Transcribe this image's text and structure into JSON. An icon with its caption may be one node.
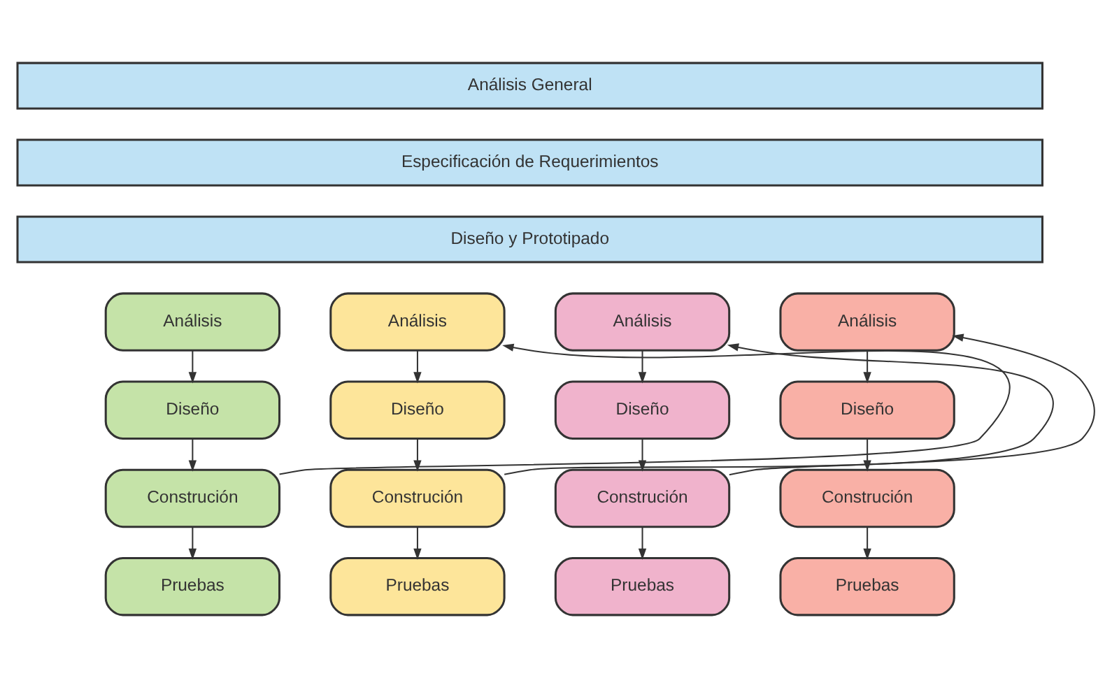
{
  "diagram": {
    "nodes": [
      {
        "text": [
          "Análisis General"
        ]
      },
      {
        "text": [
          "Especificación de Requerimientos"
        ]
      },
      {
        "text": [
          "Diseño y Prototipado"
        ]
      },
      {
        "text": [
          "Análisis"
        ]
      },
      {
        "text": [
          "Diseño"
        ]
      },
      {
        "text": [
          "Construción"
        ]
      },
      {
        "text": [
          "Pruebas"
        ]
      },
      {
        "text": [
          "Análisis"
        ]
      },
      {
        "text": [
          "Diseño"
        ]
      },
      {
        "text": [
          "Construción"
        ]
      },
      {
        "text": [
          "Pruebas"
        ]
      },
      {
        "text": [
          "Análisis"
        ]
      },
      {
        "text": [
          "Diseño"
        ]
      },
      {
        "text": [
          "Construción"
        ]
      },
      {
        "text": [
          "Pruebas"
        ]
      },
      {
        "text": [
          "Análisis"
        ]
      },
      {
        "text": [
          "Diseño"
        ]
      },
      {
        "text": [
          "Construción"
        ]
      },
      {
        "text": [
          "Pruebas"
        ]
      }
    ],
    "edges": [
      {
        "from": 3,
        "to": 4,
        "arrow": "to"
      },
      {
        "from": 4,
        "to": 5,
        "arrow": "to"
      },
      {
        "from": 5,
        "to": 6,
        "arrow": "to"
      },
      {
        "from": 5,
        "to": 7,
        "arrow": "to"
      },
      {
        "from": 7,
        "to": 8,
        "arrow": "to"
      },
      {
        "from": 8,
        "to": 9,
        "arrow": "to"
      },
      {
        "from": 9,
        "to": 10,
        "arrow": "to"
      },
      {
        "from": 9,
        "to": 11,
        "arrow": "to"
      },
      {
        "from": 11,
        "to": 12,
        "arrow": "to"
      },
      {
        "from": 12,
        "to": 13,
        "arrow": "to"
      },
      {
        "from": 13,
        "to": 14,
        "arrow": "to"
      },
      {
        "from": 13,
        "to": 15,
        "arrow": "to"
      },
      {
        "from": 15,
        "to": 16,
        "arrow": "to"
      },
      {
        "from": 16,
        "to": 17,
        "arrow": "to"
      },
      {
        "from": 17,
        "to": 18,
        "arrow": "to"
      }
    ]
  }
}
